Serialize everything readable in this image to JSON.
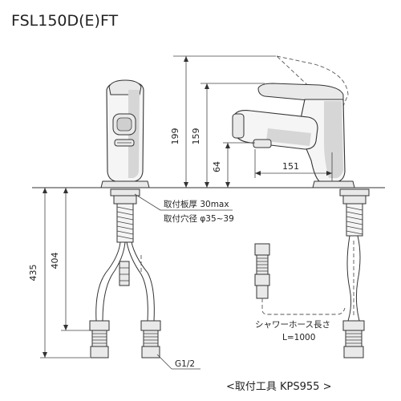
{
  "title": "FSL150D(E)FT",
  "dimensions": {
    "d199": "199",
    "d159": "159",
    "d64": "64",
    "d151": "151",
    "d435": "435",
    "d404": "404"
  },
  "notes": {
    "plate_thickness": "取付板厚 30max",
    "hole_diameter": "取付穴径 φ35~39",
    "shower_hose": "シャワーホース長さ",
    "hose_length": "L=1000",
    "thread": "G1/2"
  },
  "footer": "<取付工具 KPS955 >"
}
